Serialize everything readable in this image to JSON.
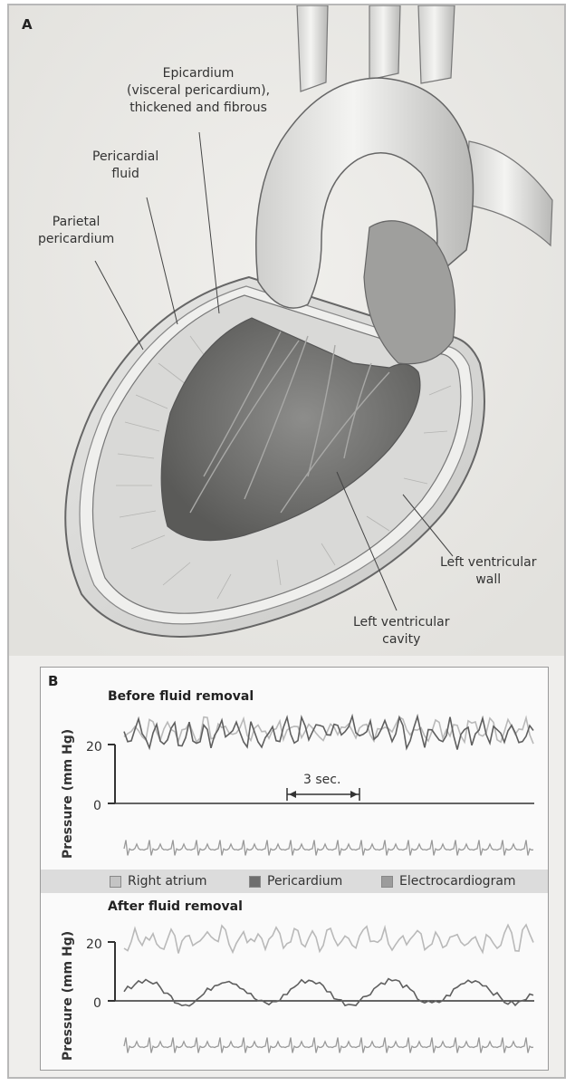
{
  "panel_a": {
    "letter": "A",
    "labels": {
      "epicardium": [
        "Epicardium",
        "(visceral pericardium),",
        "thickened and fibrous"
      ],
      "pericardial_fluid": [
        "Pericardial",
        "fluid"
      ],
      "parietal": [
        "Parietal",
        "pericardium"
      ],
      "lv_wall": [
        "Left ventricular",
        "wall"
      ],
      "lv_cavity": [
        "Left ventricular",
        "cavity"
      ]
    }
  },
  "panel_b": {
    "letter": "B",
    "before_title": "Before fluid removal",
    "after_title": "After fluid removal",
    "ylabel": "Pressure (mm Hg)",
    "tick_20": "20",
    "tick_0": "0",
    "time_scale_label": "3 sec.",
    "legend": [
      {
        "label": "Right atrium",
        "color": "#c4c4c4"
      },
      {
        "label": "Pericardium",
        "color": "#6e6e6e"
      },
      {
        "label": "Electrocardiogram",
        "color": "#9c9c9c"
      }
    ],
    "colors": {
      "right_atrium": "#b9b9b9",
      "pericardium": "#5f5f5f",
      "ecg": "#9a9a9a",
      "axis": "#333333"
    }
  },
  "chart_data": [
    {
      "type": "line",
      "title": "Before fluid removal",
      "ylabel": "Pressure (mm Hg)",
      "ytick_labels": [
        "0",
        "20"
      ],
      "annotation": "3 sec.",
      "series": [
        {
          "name": "Right atrium",
          "mean_mmHg": 25,
          "approx_range_mmHg": [
            20,
            30
          ]
        },
        {
          "name": "Pericardium",
          "mean_mmHg": 24,
          "approx_range_mmHg": [
            18,
            30
          ]
        },
        {
          "name": "Electrocardiogram"
        }
      ]
    },
    {
      "type": "line",
      "title": "After fluid removal",
      "ylabel": "Pressure (mm Hg)",
      "ytick_labels": [
        "0",
        "20"
      ],
      "series": [
        {
          "name": "Right atrium",
          "mean_mmHg": 21,
          "approx_range_mmHg": [
            17,
            26
          ]
        },
        {
          "name": "Pericardium",
          "mean_mmHg": 3,
          "approx_range_mmHg": [
            -2,
            8
          ]
        },
        {
          "name": "Electrocardiogram"
        }
      ]
    }
  ]
}
